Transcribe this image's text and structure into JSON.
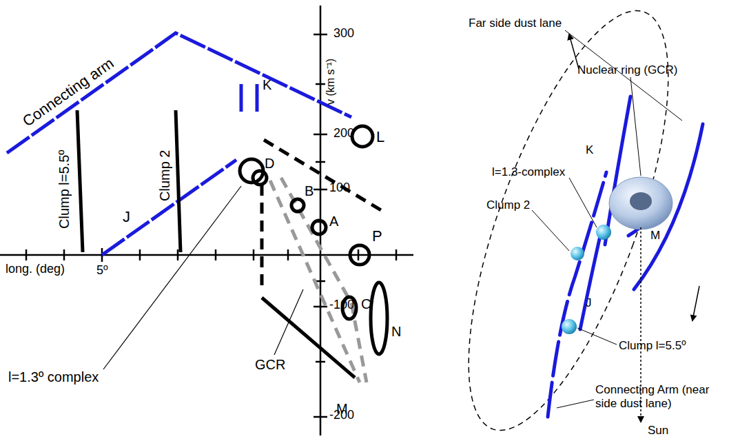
{
  "diagram": {
    "labels": [
      "Connecting arm",
      "K",
      "v (km s⁻¹)",
      "300",
      "200",
      "100",
      "-100",
      "-200",
      "Clump l=5.5º",
      "Clump 2",
      "J",
      "D",
      "B",
      "A",
      "L",
      "P",
      "C",
      "N",
      "M",
      "GCR",
      "l=1.3º complex",
      "long. (deg)",
      "5º",
      "Far side dust lane",
      "Nuclear ring (GCR)",
      "K",
      "l=1.3-complex",
      "Clump 2",
      "M",
      "J",
      "Clump l=5.5º",
      "Connecting Arm (near side dust lane)",
      "Sun"
    ]
  }
}
